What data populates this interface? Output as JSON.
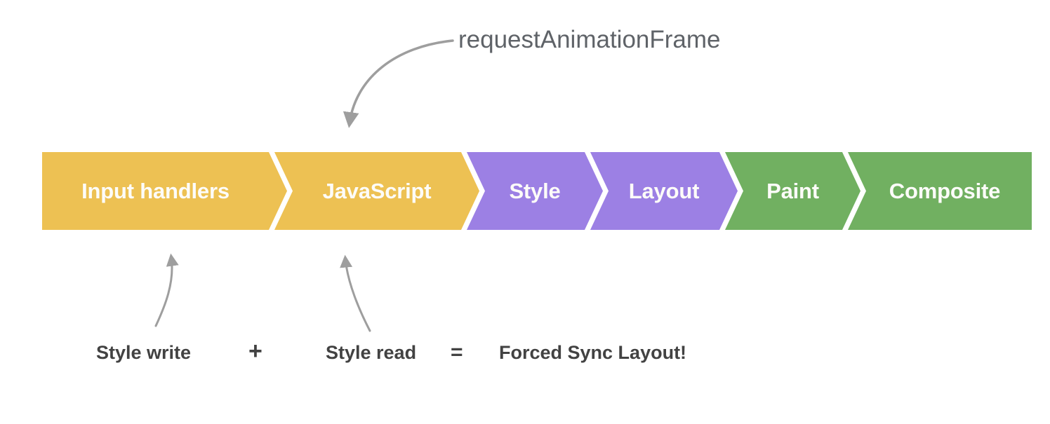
{
  "pipeline": {
    "segments": [
      {
        "label": "Input handlers",
        "color": "#EDC153"
      },
      {
        "label": "JavaScript",
        "color": "#EDC153"
      },
      {
        "label": "Style",
        "color": "#9C80E4"
      },
      {
        "label": "Layout",
        "color": "#9C80E4"
      },
      {
        "label": "Paint",
        "color": "#71B061"
      },
      {
        "label": "Composite",
        "color": "#71B061"
      }
    ]
  },
  "annotations": {
    "raf": "requestAnimationFrame",
    "style_write": "Style write",
    "plus": "+",
    "style_read": "Style read",
    "equals": "=",
    "result": "Forced Sync Layout!"
  },
  "colors": {
    "input_javascript": "#EDC153",
    "style_layout": "#9C80E4",
    "paint_composite": "#71B061",
    "arrow": "#9E9E9E",
    "raf_text": "#5F6368",
    "bottom_text": "#424242",
    "segment_text": "#FDFCF9",
    "background": "#FFFFFF"
  }
}
